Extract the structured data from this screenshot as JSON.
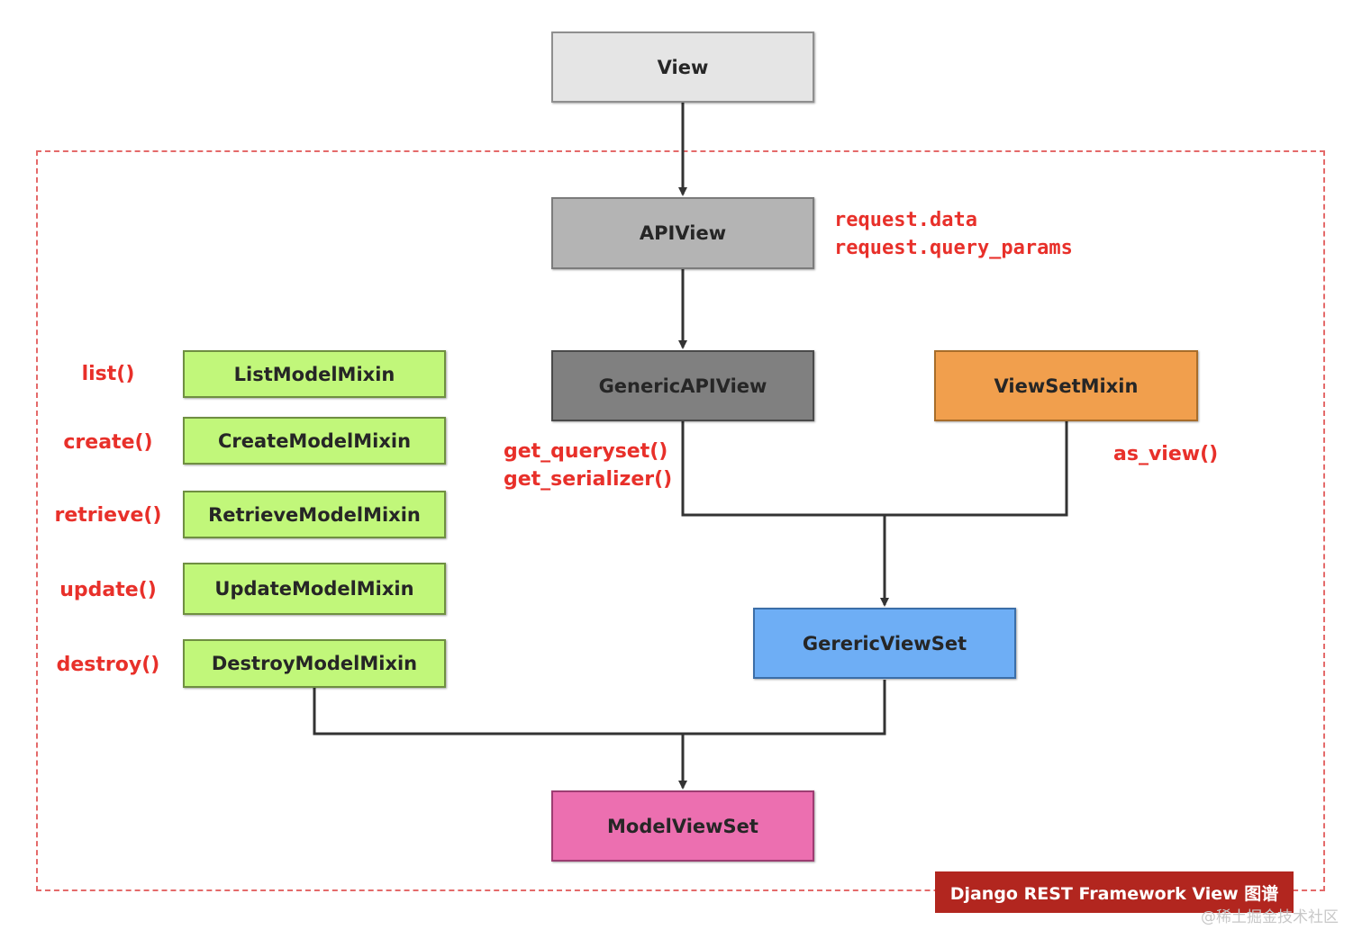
{
  "diagram": {
    "colors": {
      "view": "#e5e5e5",
      "apiview": "#b4b4b4",
      "generic_api_view": "#808080",
      "viewset_mixin": "#f19f4d",
      "generic_viewset": "#6eaef5",
      "model_viewset": "#ec6fb0",
      "mixin": "#c1f77a",
      "annotation": "#e8302a",
      "banner": "#b2261f",
      "dashed_frame": "#e46a6a"
    },
    "nodes": {
      "view": "View",
      "apiview": "APIView",
      "generic_api_view": "GenericAPIView",
      "viewset_mixin": "ViewSetMixin",
      "generic_viewset": "GerericViewSet",
      "model_viewset": "ModelViewSet",
      "mixins": [
        {
          "label": "ListModelMixin",
          "method": "list()"
        },
        {
          "label": "CreateModelMixin",
          "method": "create()"
        },
        {
          "label": "RetrieveModelMixin",
          "method": "retrieve()"
        },
        {
          "label": "UpdateModelMixin",
          "method": "update()"
        },
        {
          "label": "DestroyModelMixin",
          "method": "destroy()"
        }
      ]
    },
    "annotations": {
      "apiview_lines": [
        "request.data",
        "request.query_params"
      ],
      "generic_lines": [
        "get_queryset()",
        "get_serializer()"
      ],
      "viewset_mixin": "as_view()"
    },
    "banner": "Django REST Framework View 图谱",
    "watermark": "@稀土掘金技术社区"
  }
}
